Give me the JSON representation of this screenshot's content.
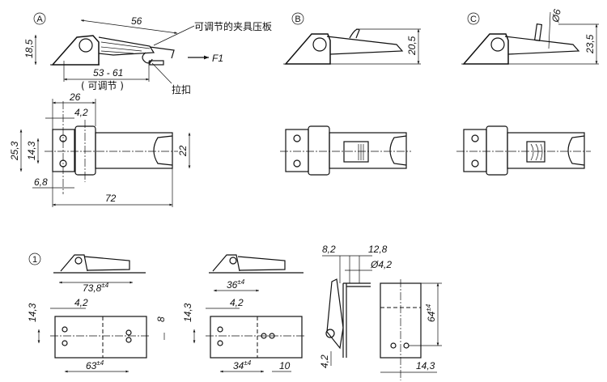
{
  "views": {
    "A": {
      "tag": "A",
      "label_dims": {
        "length": "56",
        "height": "18,5",
        "adjust_range": "53 - 61",
        "adjust_note": "( 可调节 )"
      }
    },
    "B": {
      "tag": "B",
      "height": "20,5"
    },
    "C": {
      "tag": "C",
      "height": "23,5",
      "diameter": "Ø6"
    },
    "1": {
      "tag": "1"
    }
  },
  "callouts": {
    "adjustable_clamp_plate": "可调节的夹具压板",
    "force": "F1",
    "hook": "拉扣"
  },
  "top_view": {
    "d26": "26",
    "d4_2": "4,2",
    "d25_3": "25,3",
    "d14_3": "14,3",
    "d22": "22",
    "d6_8": "6,8",
    "d72": "72"
  },
  "install_1": {
    "side_dim": "73,8",
    "side_tol": "±4",
    "d14_3": "14,3",
    "d4_2": "4,2",
    "d8": "8",
    "bottom_dim": "63",
    "bottom_tol": "±4"
  },
  "install_2": {
    "side_dim": "36",
    "side_tol": "±4",
    "d14_3": "14,3",
    "d4_2": "4,2",
    "bottom_dim": "34",
    "bottom_tol": "±4",
    "d10": "10"
  },
  "install_3": {
    "d8_2": "8,2",
    "d12_8": "12,8",
    "d_hole": "Ø4,2",
    "d4_2": "4,2",
    "d64": "64",
    "d64_tol": "±4",
    "d14_3": "14,3"
  }
}
